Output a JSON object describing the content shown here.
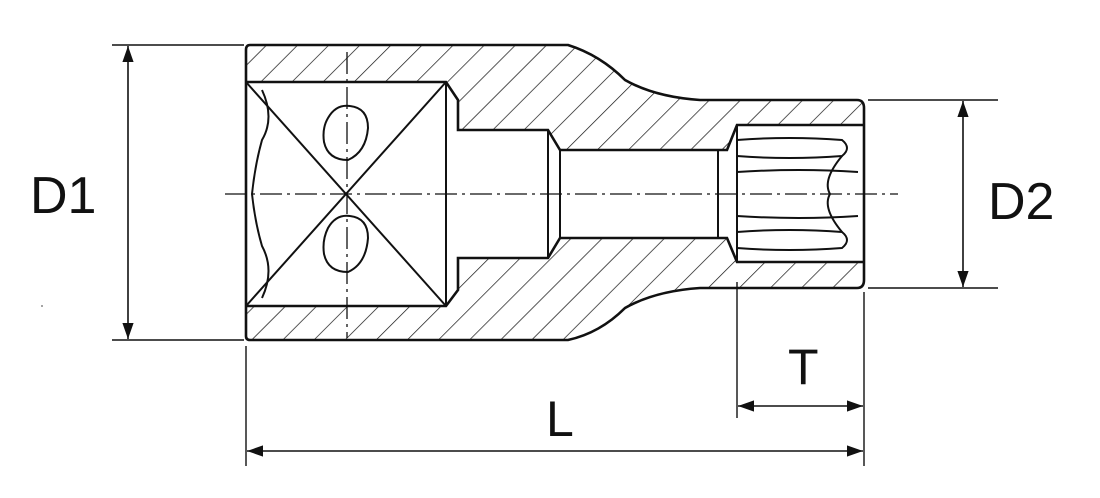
{
  "labels": {
    "d1": "D1",
    "d2": "D2",
    "t": "T",
    "l": "L"
  },
  "colors": {
    "line": "#111111",
    "background": "#ffffff"
  }
}
